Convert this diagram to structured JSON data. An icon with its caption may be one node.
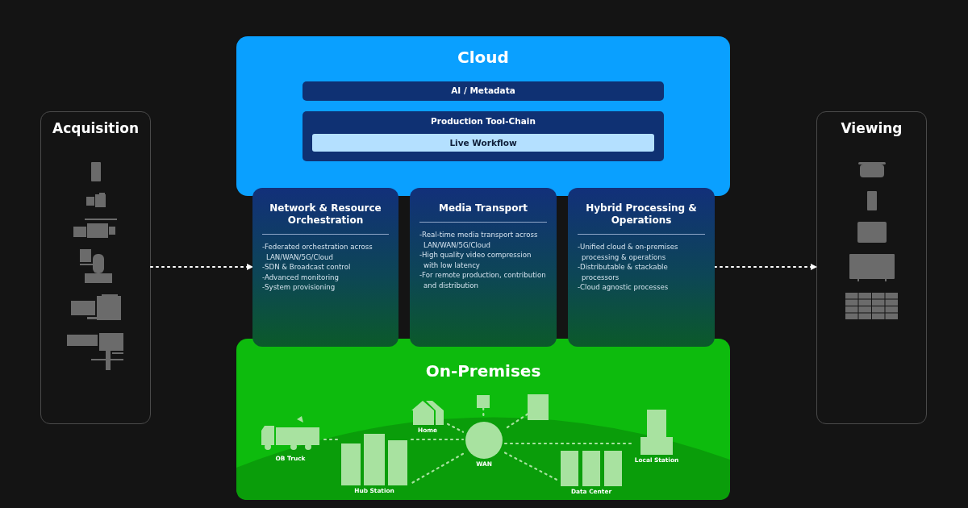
{
  "diagram": {
    "nodes": [
      {
        "text": [
          "Acquisition"
        ]
      },
      {
        "text": [
          "Cloud"
        ]
      },
      {
        "text": [
          "AI / Metadata"
        ],
        "in": 1
      },
      {
        "text": [
          "Production Tool-Chain"
        ],
        "in": 1
      },
      {
        "text": [
          "Live Workflow"
        ],
        "in": 3
      },
      {
        "text": [
          "Network & Resource Orchestration",
          "-Federated orchestration across LAN/WAN/5G/Cloud",
          "-SDN & Broadcast control",
          "-Advanced monitoring",
          "-System provisioning"
        ]
      },
      {
        "text": [
          "Media Transport",
          "-Real-time media transport across LAN/WAN/5G/Cloud",
          "-High quality video compression with low latency",
          "-For remote production, contribution and distribution"
        ]
      },
      {
        "text": [
          "Hybrid Processing & Operations",
          "-Unified cloud & on-premises processing & operations",
          "-Distributable & stackable processors",
          "-Cloud agnostic processes"
        ]
      },
      {
        "text": [
          "On-Premises"
        ]
      },
      {
        "text": [
          "OB Truck"
        ],
        "in": 8
      },
      {
        "text": [
          "Hub Station"
        ],
        "in": 8
      },
      {
        "text": [
          "Home"
        ],
        "in": 8
      },
      {
        "text": [
          "WAN"
        ],
        "in": 8
      },
      {
        "text": [],
        "shape": "box",
        "in": 8
      },
      {
        "text": [],
        "shape": "box",
        "in": 8
      },
      {
        "text": [
          "Data Center"
        ],
        "in": 8
      },
      {
        "text": [
          "Local Station"
        ],
        "in": 8
      },
      {
        "text": [
          "Viewing"
        ]
      }
    ],
    "edges": [
      {
        "from": 0,
        "to": 5,
        "arrow": "to",
        "style": "dashed",
        "color": "#ffffff"
      },
      {
        "from": 7,
        "to": 17,
        "arrow": "to",
        "style": "dashed",
        "color": "#ffffff"
      },
      {
        "from": 9,
        "to": 10,
        "arrow": "none",
        "style": "dashed"
      },
      {
        "from": 10,
        "to": 12,
        "arrow": "none",
        "style": "dashed"
      },
      {
        "from": 11,
        "to": 12,
        "arrow": "none",
        "style": "dashed"
      },
      {
        "from": 13,
        "to": 12,
        "arrow": "none",
        "style": "dashed"
      },
      {
        "from": 14,
        "to": 12,
        "arrow": "none",
        "style": "dashed"
      },
      {
        "from": 12,
        "to": 10,
        "arrow": "none",
        "style": "dashed"
      },
      {
        "from": 12,
        "to": 15,
        "arrow": "none",
        "style": "dashed"
      },
      {
        "from": 12,
        "to": 16,
        "arrow": "none",
        "style": "dashed"
      }
    ]
  }
}
